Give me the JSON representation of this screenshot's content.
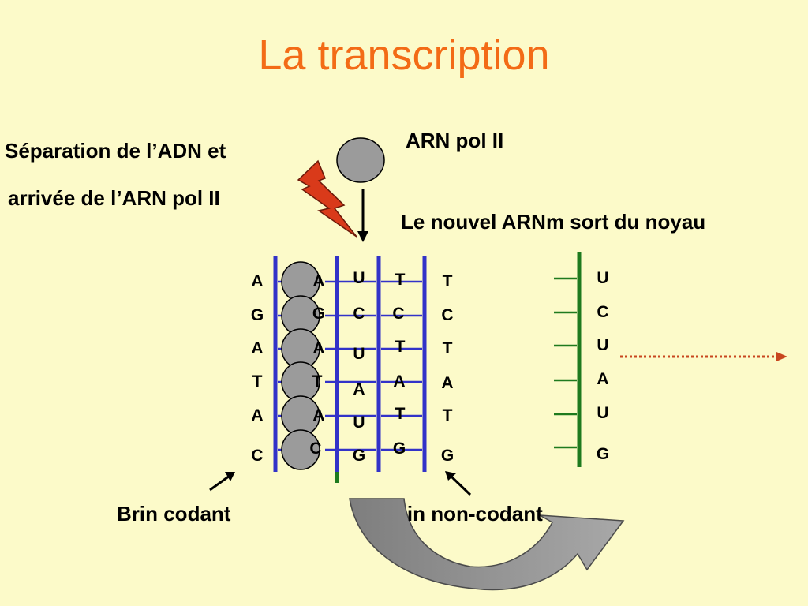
{
  "title": "La transcription",
  "labels": {
    "separation_line1": "Séparation de l’ADN et",
    "separation_line2": "arrivée de l’ARN pol II",
    "arn_pol": "ARN pol II",
    "mrna_exit": "Le nouvel ARNm sort du noyau",
    "brin_codant": "Brin codant",
    "brin_non_codant": "Brin non-codant"
  },
  "dna": {
    "coding_strand": [
      "A",
      "G",
      "A",
      "T",
      "A",
      "C"
    ],
    "coding_copy": [
      "A",
      "G",
      "A",
      "T",
      "A",
      "C"
    ],
    "new_rna": [
      "U",
      "C",
      "U",
      "A",
      "U",
      "G"
    ],
    "template_inner": [
      "T",
      "C",
      "T",
      "A",
      "T",
      "G"
    ],
    "template_outer": [
      "T",
      "C",
      "T",
      "A",
      "T",
      "G"
    ]
  },
  "mrna": [
    "U",
    "C",
    "U",
    "A",
    "U",
    "G"
  ],
  "colors": {
    "background": "#FCFAC9",
    "title": "#F36B16",
    "dna_strand": "#3232C8",
    "rna_strand": "#1E7A1E",
    "polymerase": "#9B9B9B",
    "lightning": "#D93A1A",
    "dotted_arrow": "#C8461E",
    "curved_arrow": "#8E8E8E"
  },
  "icons": [
    "lightning-icon",
    "down-arrow-icon",
    "curved-arrow-icon",
    "dotted-arrow-icon"
  ]
}
